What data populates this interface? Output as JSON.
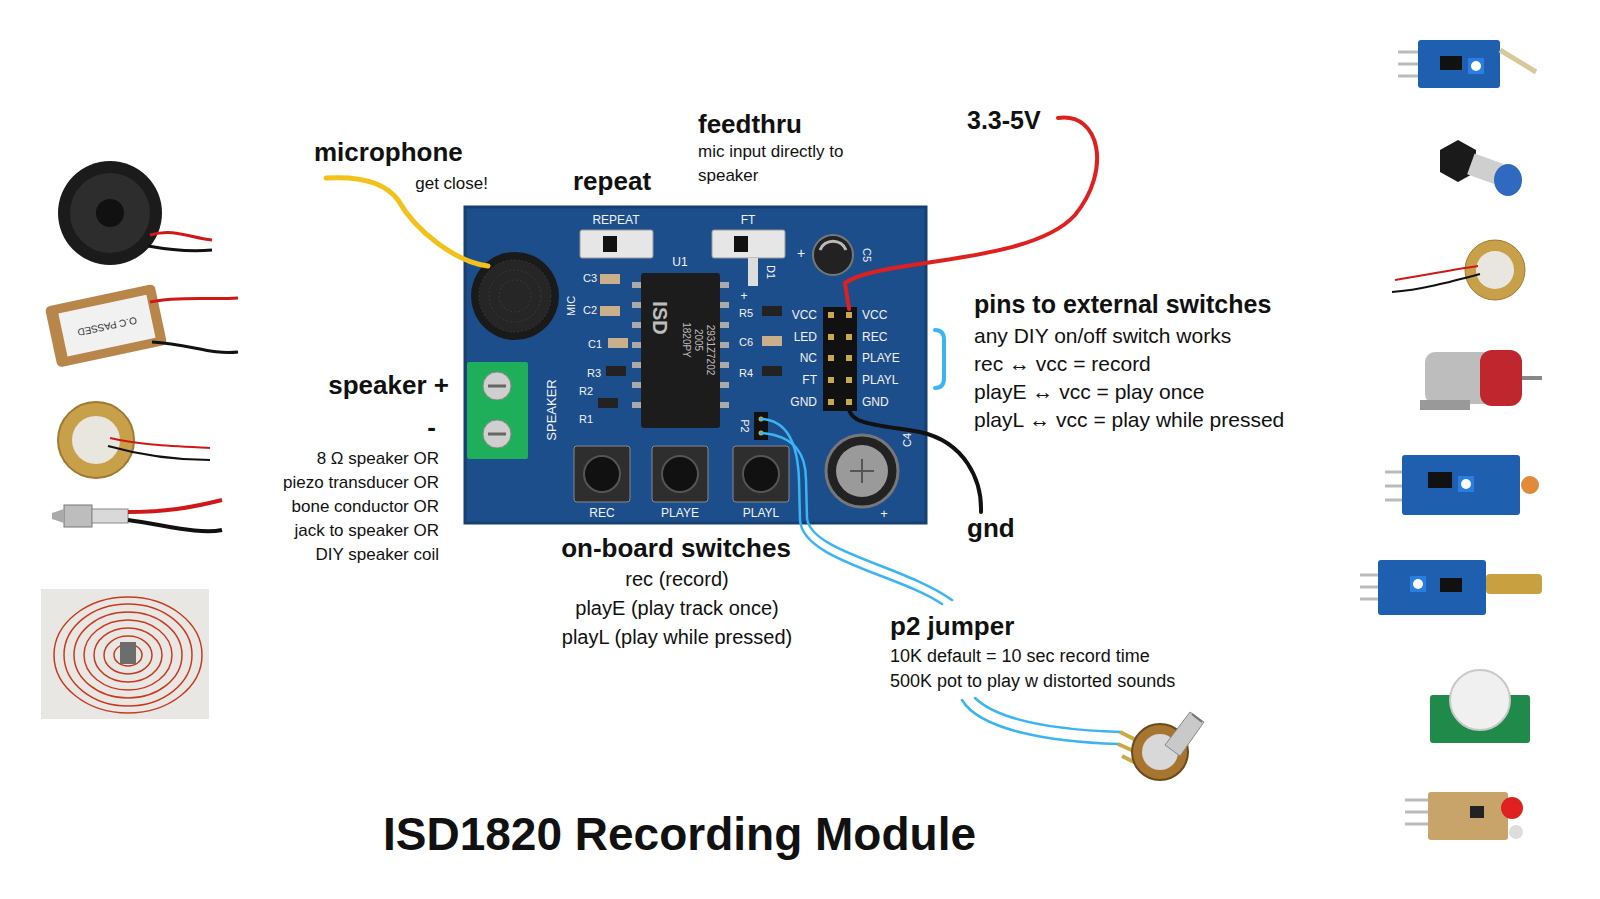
{
  "diagram": {
    "title": "ISD1820 Recording Module",
    "labels": [
      "microphone",
      "get close!",
      "repeat",
      "feedthru",
      "mic input directly to speaker",
      "3.3-5V",
      "pins to external switches",
      "any DIY on/off switch works",
      "rec ↔ vcc = record",
      "playE ↔ vcc = play once",
      "playL ↔ vcc = play while pressed",
      "speaker +",
      "-",
      "8 Ω speaker OR",
      "piezo transducer OR",
      "bone conductor OR",
      "jack to speaker OR",
      "DIY speaker coil",
      "on-board switches",
      "rec (record)",
      "playE (play track once)",
      "playL (play while pressed)",
      "gnd",
      "p2 jumper",
      "10K default = 10 sec record time",
      "500K pot to play w distorted sounds",
      "REPEAT",
      "FT",
      "U1",
      "C3",
      "C2",
      "C1",
      "MIC",
      "R3",
      "R2",
      "R1",
      "SPEAKER",
      "R5",
      "C6",
      "R4",
      "D1",
      "+",
      "C5",
      "+",
      "VCC",
      "LED",
      "NC",
      "FT",
      "GND",
      "VCC",
      "REC",
      "PLAYE",
      "PLAYL",
      "GND",
      "REC",
      "PLAYE",
      "PLAYL",
      "P2",
      "C4",
      "+",
      "ISD",
      "1820PY",
      "2005",
      "2931Z7202",
      "O.C PASSED"
    ]
  }
}
